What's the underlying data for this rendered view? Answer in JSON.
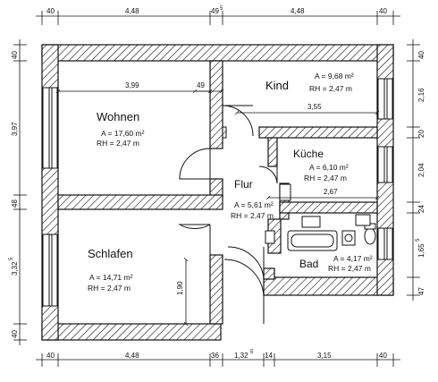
{
  "rooms": {
    "wohnen": {
      "name": "Wohnen",
      "area": "A = 17,60 m²",
      "height": "RH = 2,47 m"
    },
    "kind": {
      "name": "Kind",
      "area": "A = 9,68 m²",
      "height": "RH = 2,47 m"
    },
    "kueche": {
      "name": "Küche",
      "area": "A = 6,10 m²",
      "height": "RH = 2,47 m"
    },
    "flur": {
      "name": "Flur",
      "area": "A = 5,61 m²",
      "height": "RH = 2,47 m"
    },
    "schlafen": {
      "name": "Schlafen",
      "area": "A = 14,71 m²",
      "height": "RH = 2,47 m"
    },
    "bad": {
      "name": "Bad",
      "area": "A = 4,17 m²",
      "height": "RH = 2,47 m"
    }
  },
  "dimensions": {
    "top": [
      "40",
      "4,48",
      "49",
      "5",
      "4,48",
      "40"
    ],
    "bottom": [
      "40",
      "4,48",
      "36",
      "1,32",
      "5",
      "14",
      "3,15",
      "40"
    ],
    "left": [
      "40",
      "3,97",
      "48",
      "3,32",
      "5",
      "40"
    ],
    "right": [
      "40",
      "2,16",
      "20",
      "2,04",
      "24",
      "1,65",
      "5",
      "47"
    ],
    "inner": [
      "3,99",
      "49",
      "3,55",
      "2,67",
      "1,90"
    ]
  }
}
